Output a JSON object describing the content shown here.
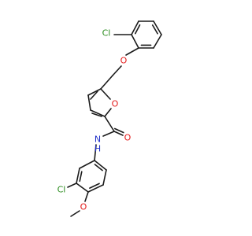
{
  "molecule": {
    "atoms": [
      {
        "id": "Cl1",
        "label": "Cl",
        "color": "#2a8c1e"
      },
      {
        "id": "O1",
        "label": "O",
        "color": "#e41a1a"
      },
      {
        "id": "O2",
        "label": "O",
        "color": "#e41a1a"
      },
      {
        "id": "O3",
        "label": "O",
        "color": "#e41a1a"
      },
      {
        "id": "N1",
        "label": "N",
        "color": "#2030c8"
      },
      {
        "id": "H1",
        "label": "H",
        "color": "#2030c8"
      },
      {
        "id": "Cl2",
        "label": "Cl",
        "color": "#2a8c1e"
      },
      {
        "id": "O4",
        "label": "O",
        "color": "#e41a1a"
      }
    ],
    "bond_color": "#1a1a1a"
  }
}
